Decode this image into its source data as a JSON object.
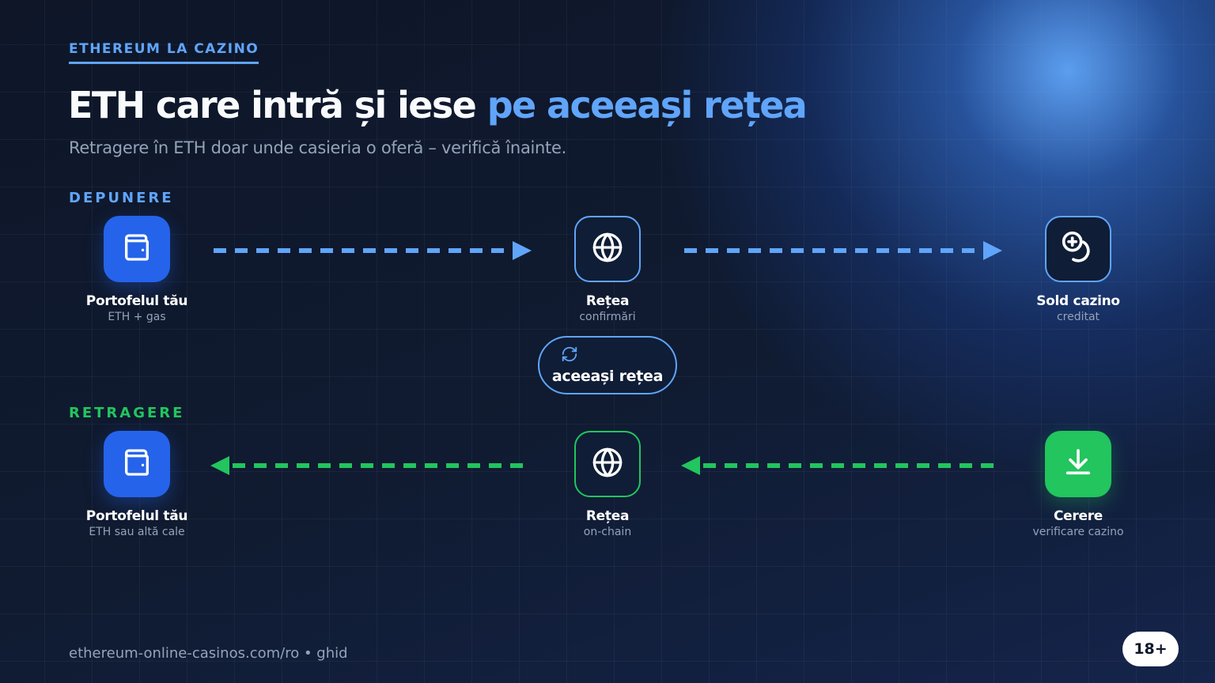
{
  "eyebrow": "ETHEREUM LA CAZINO",
  "title": {
    "main": "ETH care intră și iese ",
    "accent": "pe aceeași rețea"
  },
  "subtitle": "Retragere în ETH doar unde casieria o oferă – verifică înainte.",
  "deposit": {
    "label": "DEPUNERE",
    "nodes": [
      {
        "name": "Portofelul tău",
        "sub": "ETH + gas",
        "icon": "wallet-icon"
      },
      {
        "name": "Rețea",
        "sub": "confirmări",
        "icon": "globe-icon"
      },
      {
        "name": "Sold cazino",
        "sub": "creditat",
        "icon": "coin-plus-icon"
      }
    ]
  },
  "center": {
    "label": "aceeași rețea",
    "icon": "refresh-icon"
  },
  "withdraw": {
    "label": "RETRAGERE",
    "nodes": [
      {
        "name": "Portofelul tău",
        "sub": "ETH sau altă cale",
        "icon": "wallet-icon"
      },
      {
        "name": "Rețea",
        "sub": "on-chain",
        "icon": "globe-icon"
      },
      {
        "name": "Cerere",
        "sub": "verificare cazino",
        "icon": "download-icon"
      }
    ]
  },
  "footer": "ethereum-online-casinos.com/ro • ghid",
  "badge": "18+",
  "colors": {
    "accent": "#60a5fa",
    "primary": "#2563eb",
    "success": "#22c55e",
    "background": "#0d1628"
  }
}
